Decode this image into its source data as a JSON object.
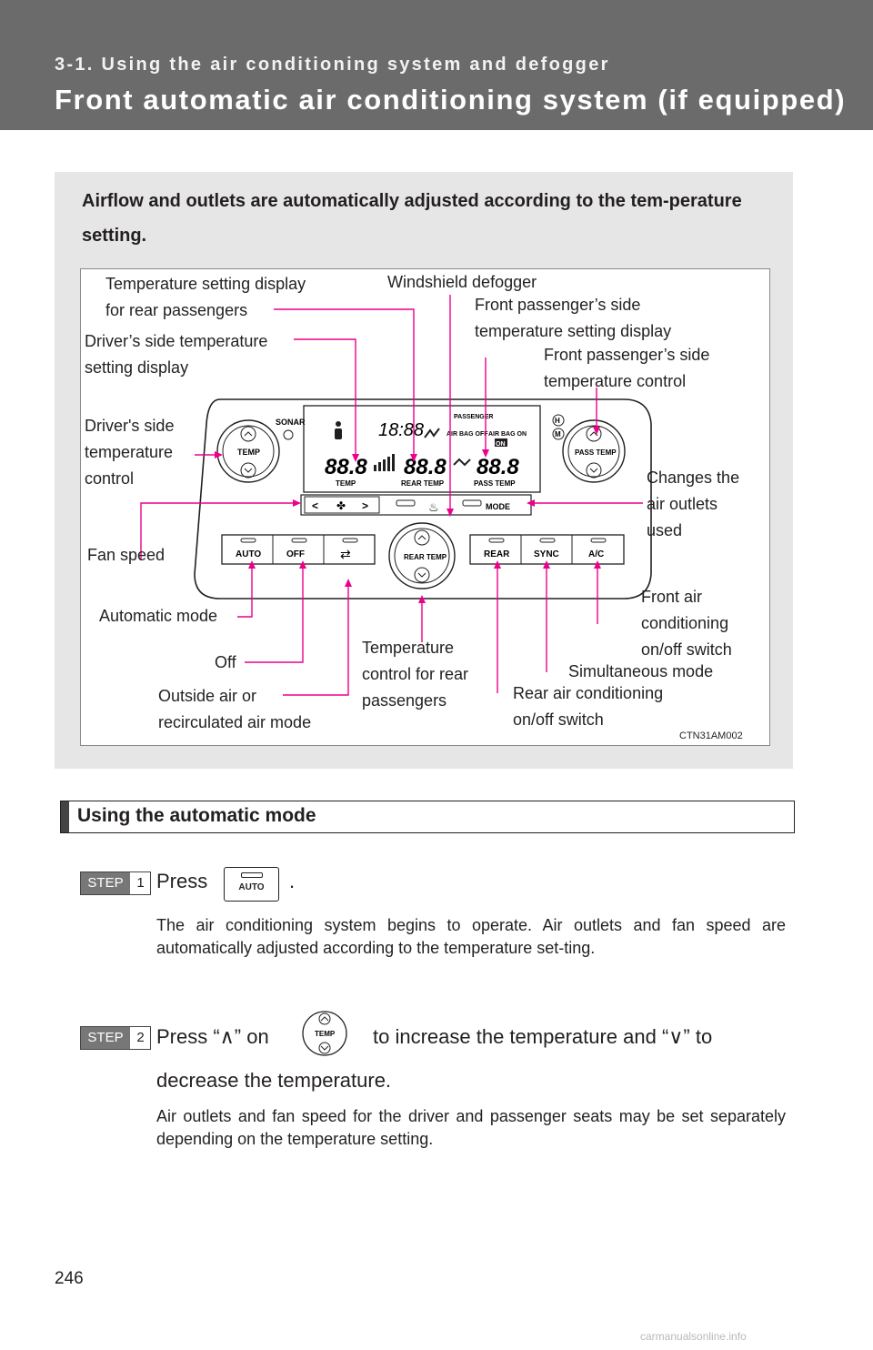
{
  "header": {
    "section": "3-1. Using the air conditioning system and defogger",
    "title": "Front automatic air conditioning system (if equipped)"
  },
  "intro": "Airflow and outlets are automatically adjusted according to the tem-perature setting.",
  "diagram": {
    "image_code": "CTN31AM002",
    "panel_labels": {
      "sonar": "SONAR",
      "temp_knob": "TEMP",
      "pass_temp_knob": "PASS TEMP",
      "rear_temp_knob": "REAR TEMP",
      "display_time": "18:88",
      "display_digits": "88.8",
      "display_temp": "TEMP",
      "display_rear_temp": "REAR TEMP",
      "display_pass_temp": "PASS TEMP",
      "passenger": "PASSENGER",
      "airbag_off": "AIR BAG OFF",
      "airbag_on": "AIR BAG ON",
      "airbag_on_tag": "ON",
      "mode": "MODE",
      "auto": "AUTO",
      "off": "OFF",
      "rear": "REAR",
      "sync": "SYNC",
      "ac": "A/C",
      "h": "H",
      "m": "M"
    },
    "callouts": {
      "rear_temp_display": "Temperature setting display\nfor rear passengers",
      "windshield": "Windshield defogger",
      "front_pass_display": "Front passenger’s side\ntemperature setting display",
      "driver_display": "Driver’s side temperature\nsetting display",
      "front_pass_control": "Front passenger’s side\ntemperature control",
      "driver_control": "Driver's side\ntemperature\ncontrol",
      "changes_outlets": "Changes the\nair outlets\nused",
      "fan_speed": "Fan speed",
      "automatic_mode": "Automatic mode",
      "front_ac": "Front air\nconditioning\non/off switch",
      "off": "Off",
      "rear_temp_control": "Temperature\ncontrol for rear\npassengers",
      "simultaneous": "Simultaneous mode",
      "outside_air": "Outside air or\nrecirculated air mode",
      "rear_ac": "Rear air conditioning\non/off switch"
    },
    "colors": {
      "callout_line": "#ec008c",
      "panel_line": "#231f20"
    }
  },
  "section": {
    "title": "Using the automatic mode"
  },
  "steps": [
    {
      "label": "STEP",
      "num": "1",
      "pre": "Press",
      "post": ".",
      "key_label": "AUTO",
      "body": "The air conditioning system begins to operate. Air outlets and fan speed are automatically adjusted according to the temperature set-ting."
    },
    {
      "label": "STEP",
      "num": "2",
      "pre": "Press “∧” on",
      "post": "to increase the temperature and “∨” to",
      "line2": "decrease the temperature.",
      "knob_label": "TEMP",
      "body": "Air outlets and fan speed for the driver and passenger seats may be set separately depending on the temperature setting."
    }
  ],
  "page_number": "246",
  "watermark": "carmanualsonline.info"
}
